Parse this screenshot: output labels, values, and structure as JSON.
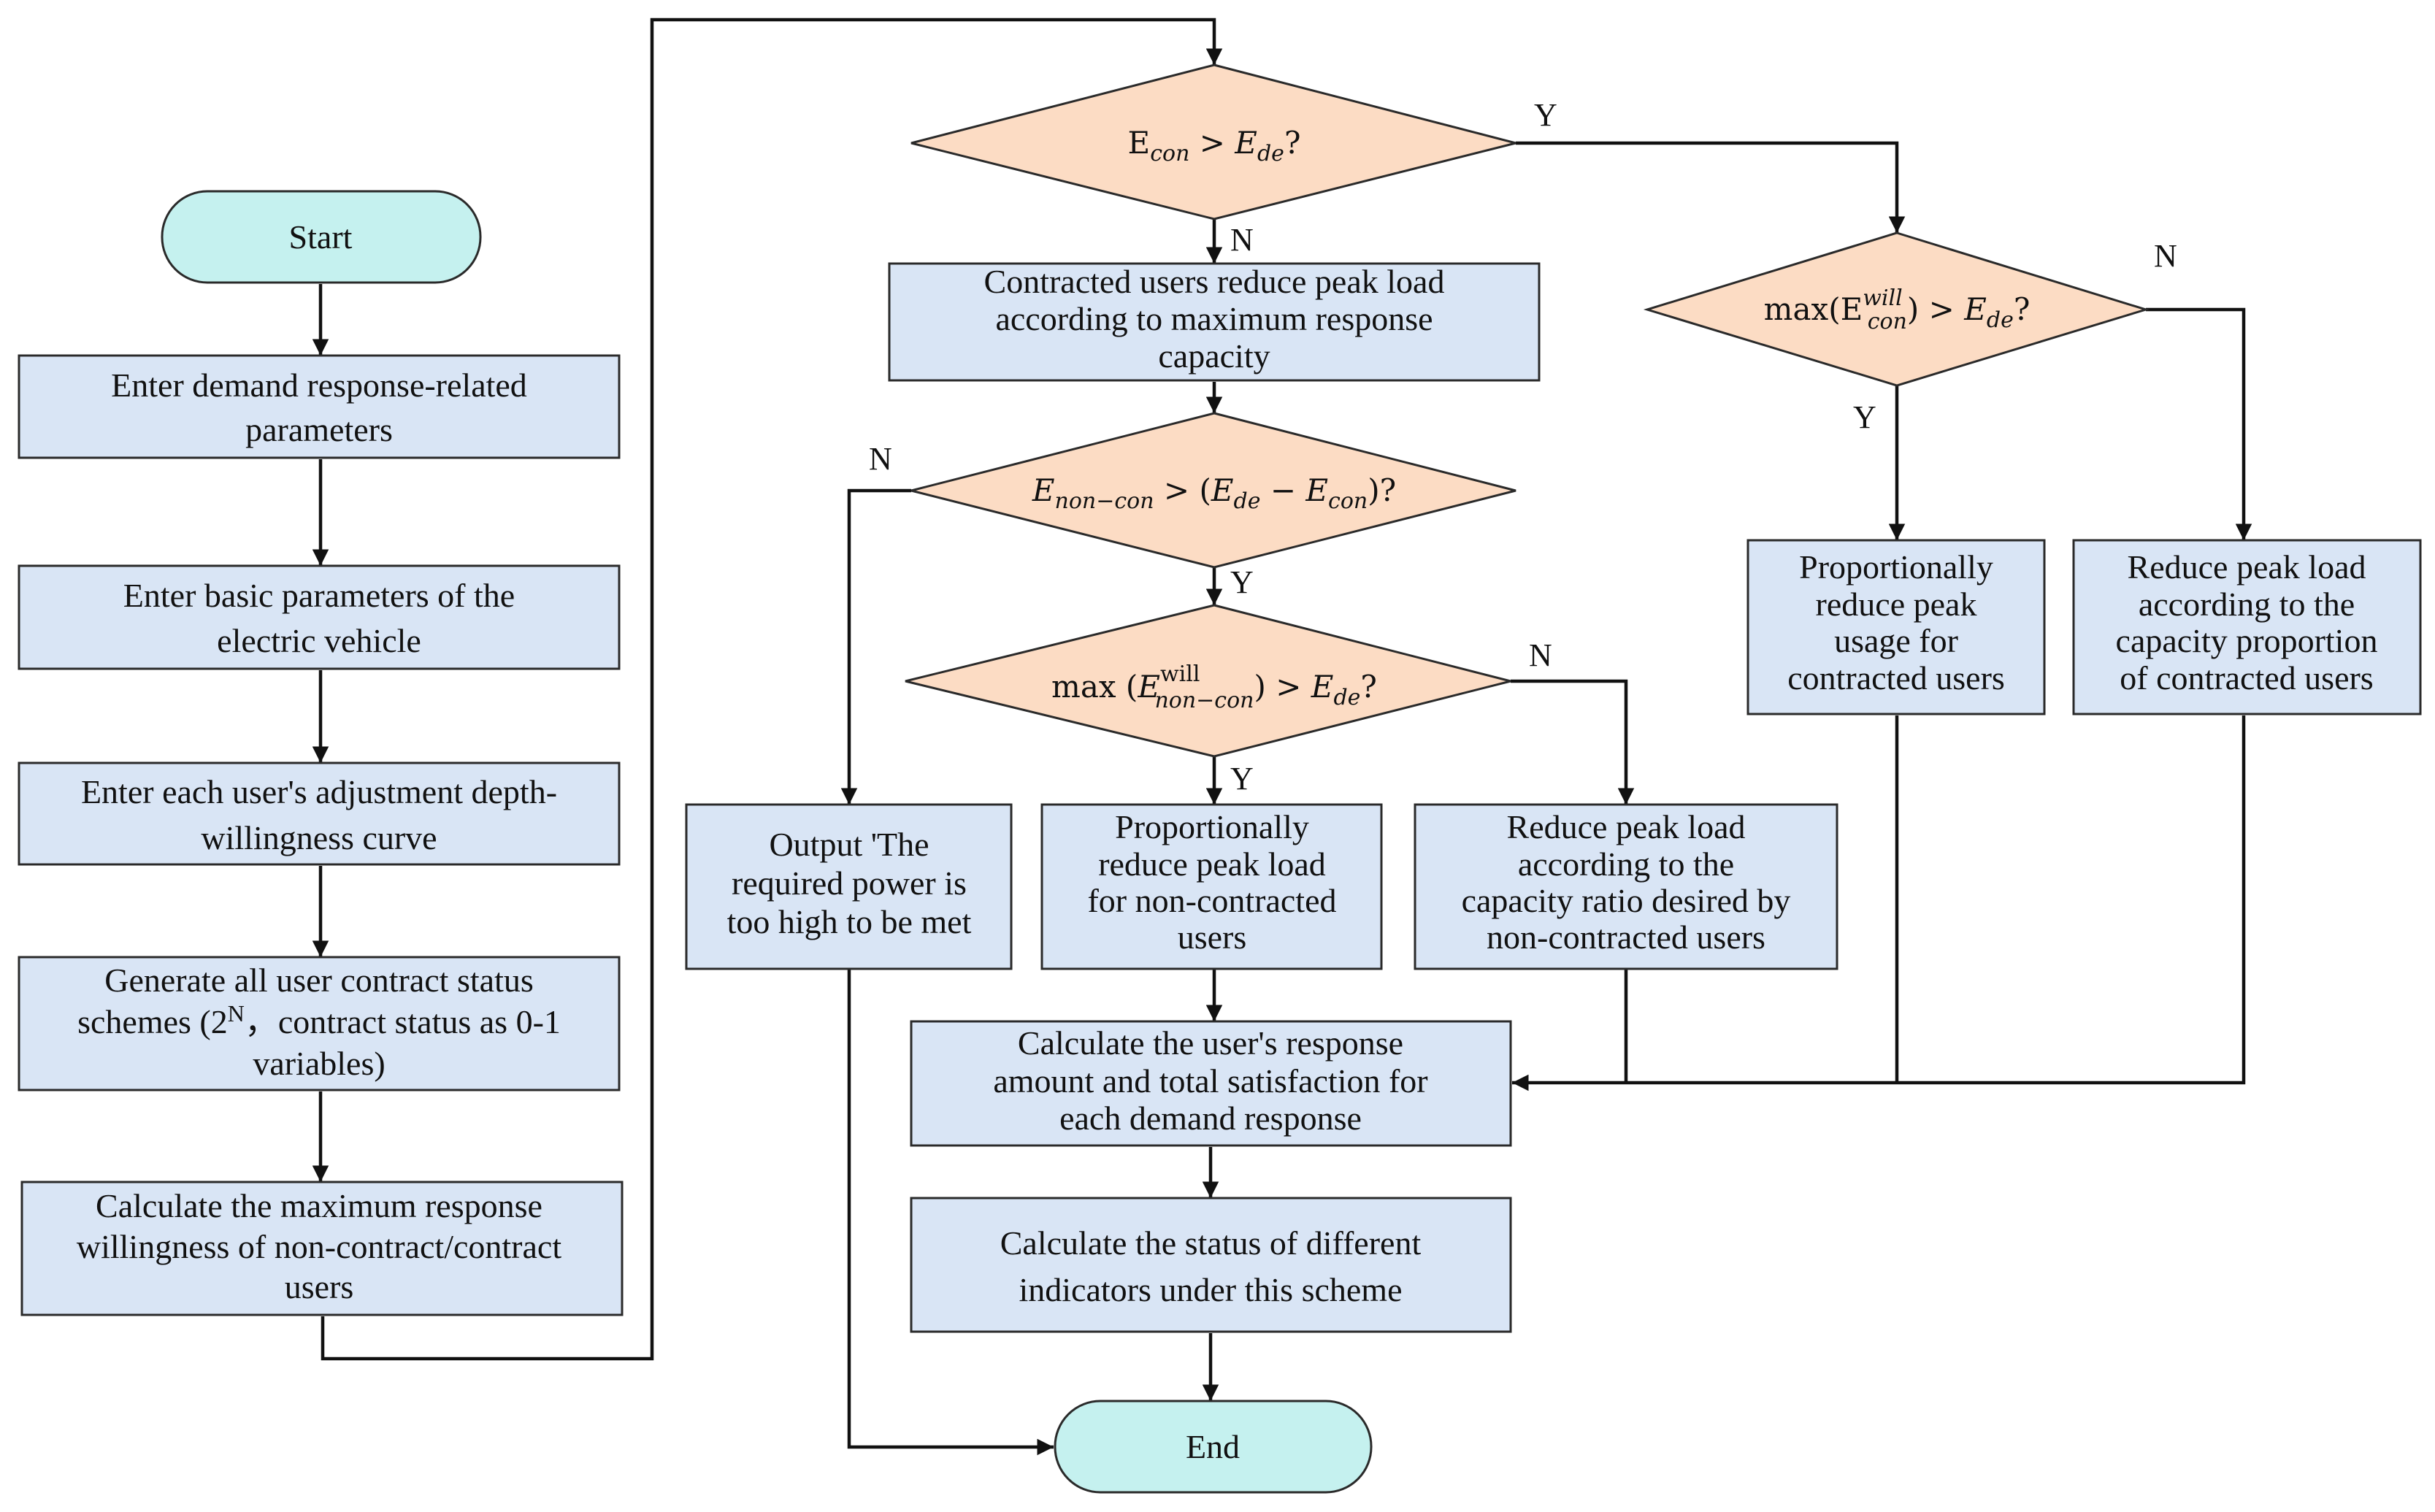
{
  "nodes": {
    "start": "Start",
    "end": "End",
    "enter_demand": [
      "Enter demand response-related",
      "parameters"
    ],
    "enter_ev": [
      "Enter basic parameters of the",
      "electric vehicle"
    ],
    "enter_curve": [
      "Enter each user's adjustment depth-",
      "willingness curve"
    ],
    "generate": [
      "Generate all user contract status",
      "schemes (2",
      "N",
      "，contract status as 0-1",
      "variables)"
    ],
    "calc_max": [
      "Calculate the maximum response",
      "willingness of non-contract/contract",
      "users"
    ],
    "d1": [
      "E",
      "con",
      " > ",
      "E",
      "de",
      "?"
    ],
    "contracted_reduce": [
      "Contracted users reduce peak load",
      "according to maximum response",
      "capacity"
    ],
    "d2": [
      "E",
      "non−con",
      " > (",
      "E",
      "de",
      " − ",
      "E",
      "con",
      ")?"
    ],
    "d3": [
      "max (",
      "E",
      "will",
      "non−con",
      ") > ",
      "E",
      "de",
      "?"
    ],
    "output": [
      "Output 'The",
      "required power is",
      "too high to be met"
    ],
    "prop_noncon": [
      "Proportionally",
      "reduce peak load",
      "for non-contracted",
      "users"
    ],
    "reduce_ratio": [
      "Reduce peak load",
      "according to the",
      "capacity ratio desired by",
      "non-contracted users"
    ],
    "calc_resp": [
      "Calculate the user's response",
      "amount and total satisfaction for",
      "each demand response"
    ],
    "calc_status": [
      "Calculate the status of different",
      "indicators under this scheme"
    ],
    "d4": [
      "max(E",
      "will",
      "con",
      ") > ",
      "E",
      "de",
      "?"
    ],
    "prop_con": [
      "Proportionally",
      "reduce peak",
      "usage for",
      "contracted users"
    ],
    "reduce_prop": [
      "Reduce peak load",
      "according to the",
      "capacity proportion",
      "of contracted users"
    ]
  },
  "edge_labels": {
    "d1_yes": "Y",
    "d1_no": "N",
    "d2_no": "N",
    "d2_yes": "Y",
    "d3_no": "N",
    "d3_yes": "Y",
    "d4_no": "N",
    "d4_yes": "Y"
  }
}
